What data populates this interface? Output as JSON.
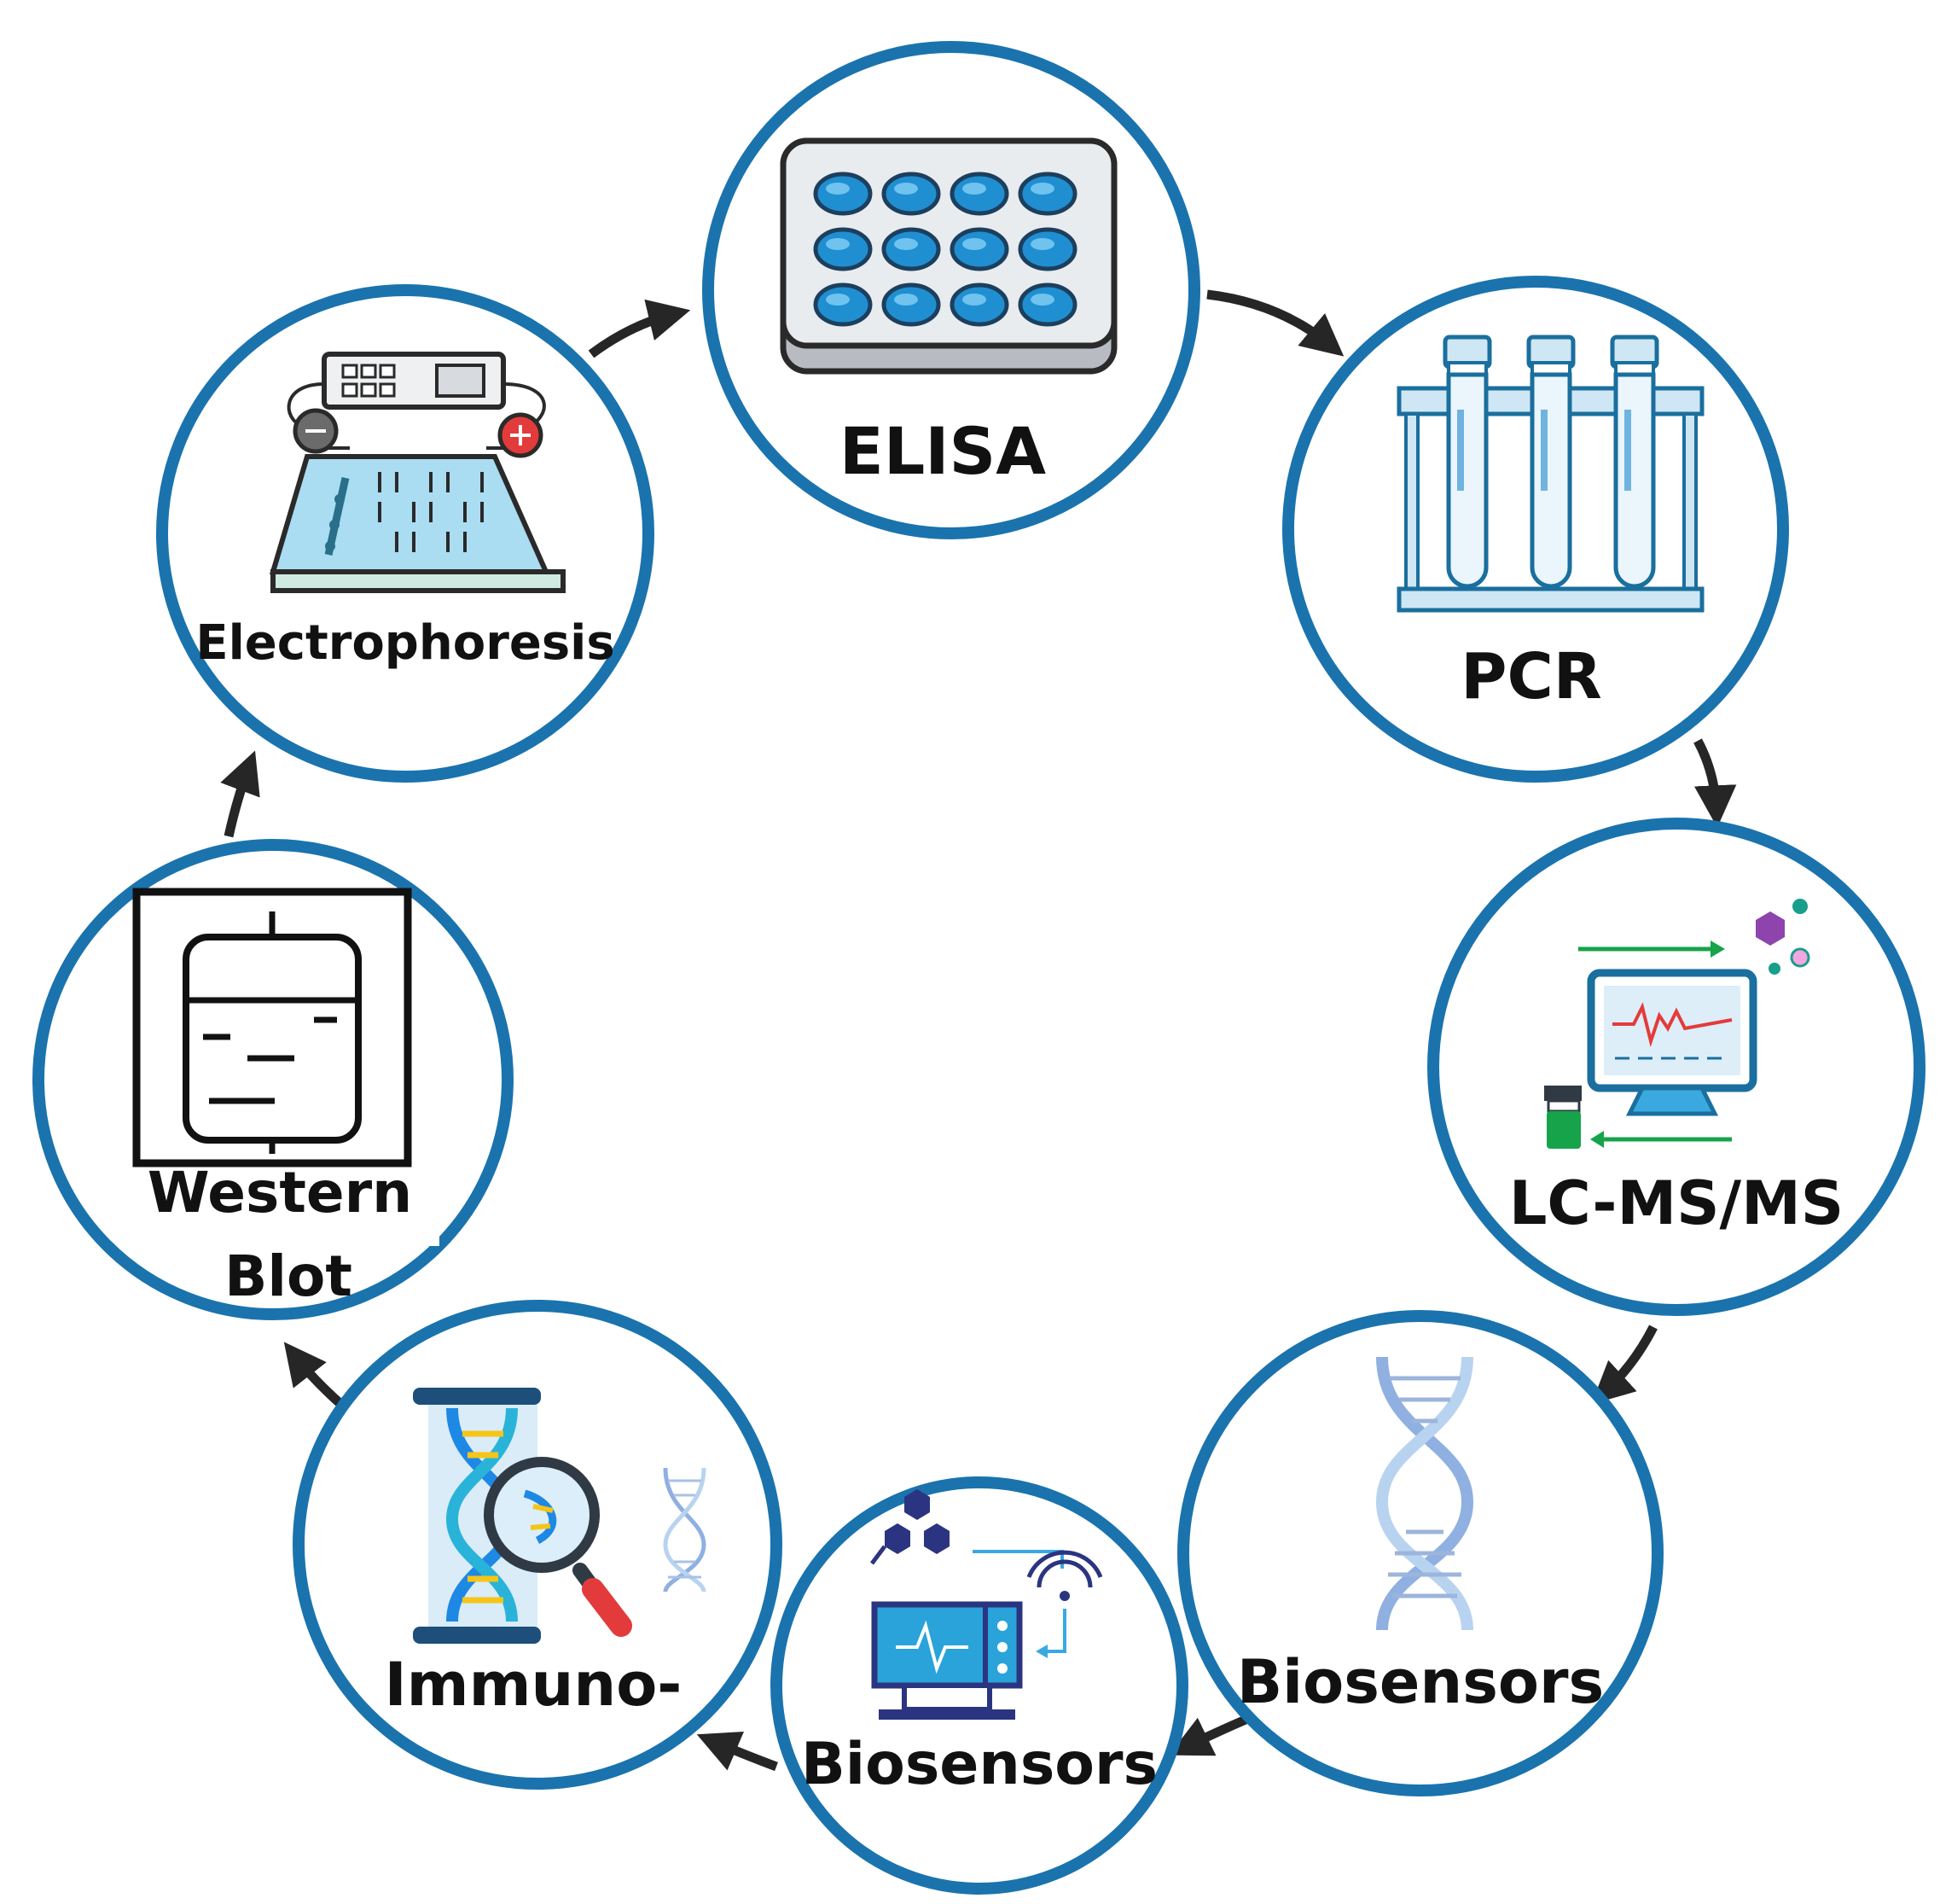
{
  "colors": {
    "ring": "#1a73ad",
    "arrow": "#262626",
    "label": "#111111",
    "blue_light": "#cfe6f4",
    "blue_mid": "#3aa9e0",
    "blue_dark": "#1a6f9e",
    "navy": "#2b3480",
    "green": "#16a34a",
    "purple": "#8e44ad",
    "red": "#e33b3b",
    "yellow": "#f5c518"
  },
  "nodes": [
    {
      "id": "elisa",
      "label_lines": [
        "ELISA"
      ],
      "icon": "microplate-icon"
    },
    {
      "id": "pcr",
      "label_lines": [
        "PCR"
      ],
      "icon": "test-tube-rack-icon"
    },
    {
      "id": "lcms",
      "label_lines": [
        "LC-MS/MS"
      ],
      "icon": "mass-spectrometer-monitor-icon"
    },
    {
      "id": "biosensors1",
      "label_lines": [
        "Biosensors"
      ],
      "icon": "dna-helix-icon"
    },
    {
      "id": "biosensors2",
      "label_lines": [
        "Biosensors"
      ],
      "icon": "wireless-sensor-device-icon"
    },
    {
      "id": "immuno",
      "label_lines": [
        "Immuno-"
      ],
      "icon": "dna-magnifier-icon"
    },
    {
      "id": "western",
      "label_lines": [
        "Western",
        "Blot"
      ],
      "icon": "blot-membrane-icon"
    },
    {
      "id": "electro",
      "label_lines": [
        "Electrophoresis"
      ],
      "icon": "gel-electrophoresis-icon"
    }
  ],
  "edges": [
    {
      "from": "electro",
      "to": "elisa"
    },
    {
      "from": "elisa",
      "to": "pcr"
    },
    {
      "from": "pcr",
      "to": "lcms"
    },
    {
      "from": "lcms",
      "to": "biosensors1"
    },
    {
      "from": "biosensors1",
      "to": "biosensors2"
    },
    {
      "from": "biosensors2",
      "to": "immuno"
    },
    {
      "from": "immuno",
      "to": "western"
    },
    {
      "from": "western",
      "to": "electro"
    }
  ]
}
